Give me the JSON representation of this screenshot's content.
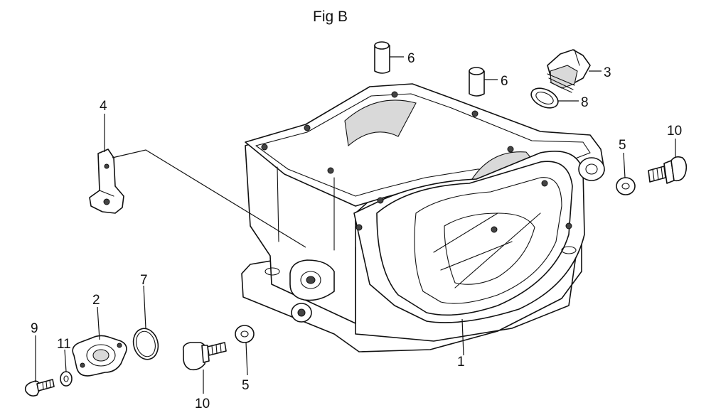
{
  "figure": {
    "title": "Fig B"
  },
  "callouts": {
    "c1": "1",
    "c2": "2",
    "c3": "3",
    "c4": "4",
    "c5a": "5",
    "c5b": "5",
    "c6a": "6",
    "c6b": "6",
    "c7": "7",
    "c8": "8",
    "c9": "9",
    "c10a": "10",
    "c10b": "10",
    "c11": "11"
  },
  "colors": {
    "ink": "#111111",
    "paper": "#ffffff"
  }
}
